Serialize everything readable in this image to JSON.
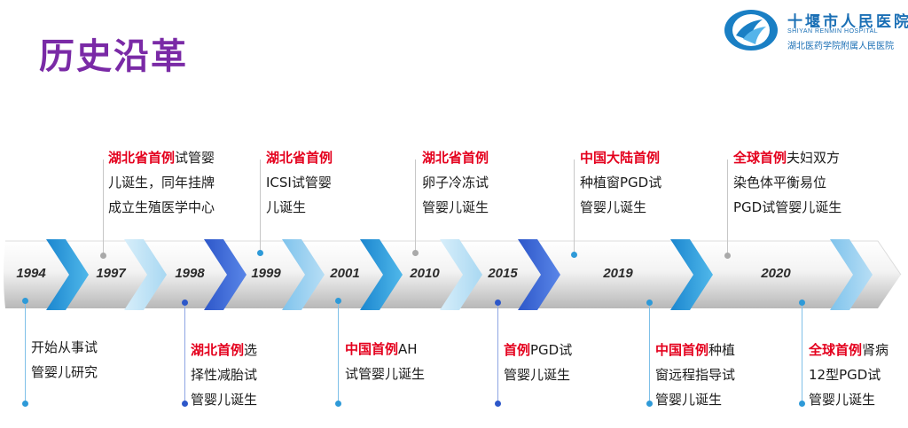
{
  "title": "历史沿革",
  "logo": {
    "name_cn": "十堰市人民医院",
    "name_en": "SHIYAN RENMIN HOSPITAL",
    "subtitle": "湖北医药学院附属人民医院"
  },
  "colors": {
    "title": "#7a2aa6",
    "highlight": "#e4001d",
    "accent_blue": "#1a6fb5",
    "chevron_blue": "#2e9ad8",
    "chevron_light": "#bfe2f4"
  },
  "years": [
    "1994",
    "1997",
    "1998",
    "1999",
    "2001",
    "2010",
    "2015",
    "2019",
    "2020"
  ],
  "events_top": [
    {
      "highlight": "湖北省首例",
      "lines": [
        "试管婴",
        "儿诞生，同年挂牌",
        "成立生殖医学中心"
      ]
    },
    {
      "highlight": "湖北省首例",
      "lines": [
        "",
        "ICSI试管婴",
        "儿诞生"
      ]
    },
    {
      "highlight": "湖北省首例",
      "lines": [
        "",
        "卵子冷冻试",
        "管婴儿诞生"
      ]
    },
    {
      "highlight": "中国大陆首例",
      "lines": [
        "",
        "种植窗PGD试",
        "管婴儿诞生"
      ]
    },
    {
      "highlight": "全球首例",
      "lines": [
        "夫妇双方",
        "染色体平衡易位",
        "PGD试管婴儿诞生"
      ]
    }
  ],
  "events_bottom": [
    {
      "highlight": "",
      "lines": [
        "开始从事试",
        "管婴儿研究"
      ]
    },
    {
      "highlight": "湖北首例",
      "lines": [
        "选",
        "择性减胎试",
        "管婴儿诞生"
      ]
    },
    {
      "highlight": "中国首例",
      "lines": [
        "AH",
        "试管婴儿诞生"
      ]
    },
    {
      "highlight": "首例",
      "lines": [
        "PGD试",
        "管婴儿诞生"
      ]
    },
    {
      "highlight": "中国首例",
      "lines": [
        "种植",
        "窗远程指导试",
        "管婴儿诞生"
      ]
    },
    {
      "highlight": "全球首例",
      "lines": [
        "肾病",
        "12型PGD试",
        "管婴儿诞生"
      ]
    }
  ]
}
